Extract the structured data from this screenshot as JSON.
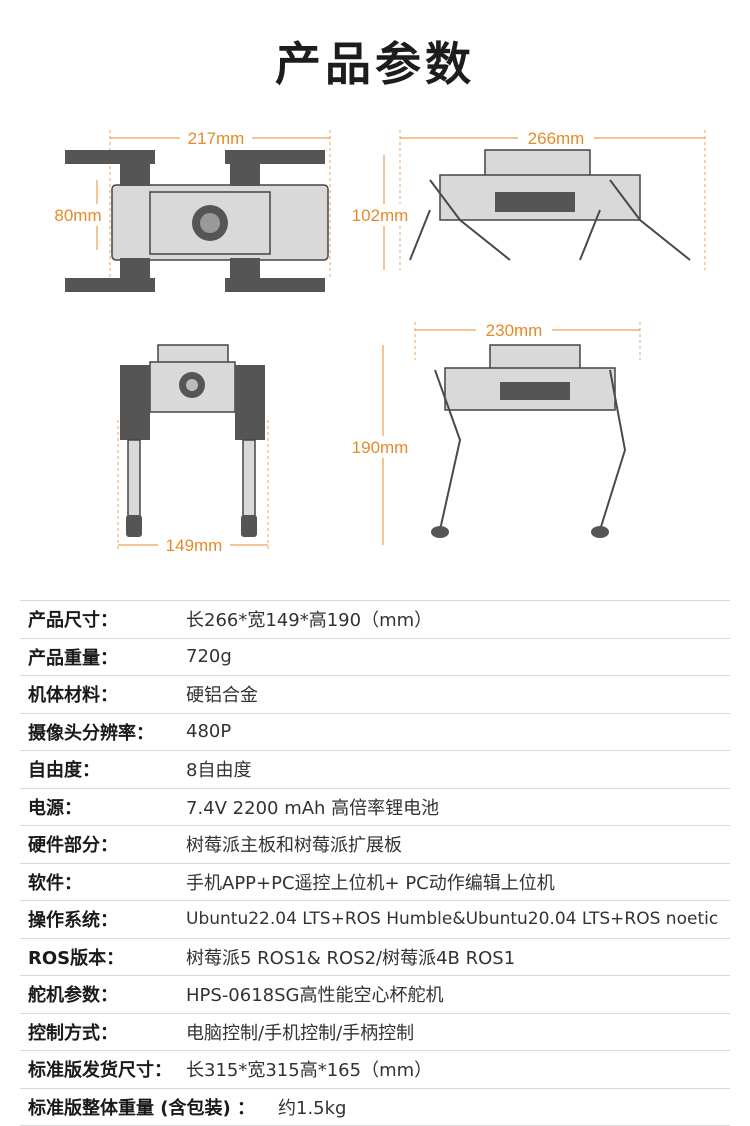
{
  "page_title": "产品参数",
  "dimensions": {
    "top_width": "217mm",
    "top_depth": "80mm",
    "side_length": "266mm",
    "side_height": "102mm",
    "front_width": "149mm",
    "stand_length": "230mm",
    "stand_height": "190mm",
    "accent_color": "#e8892b"
  },
  "specs": [
    {
      "label": "产品尺寸：",
      "value": "长266*宽149*高190（mm）"
    },
    {
      "label": "产品重量：",
      "value": "720g"
    },
    {
      "label": "机体材料：",
      "value": "硬铝合金"
    },
    {
      "label": "摄像头分辨率：",
      "value": "480P"
    },
    {
      "label": "自由度：",
      "value": "8自由度"
    },
    {
      "label": "电源：",
      "value": "7.4V 2200 mAh 高倍率锂电池"
    },
    {
      "label": "硬件部分：",
      "value": "树莓派主板和树莓派扩展板"
    },
    {
      "label": "软件：",
      "value": "手机APP+PC遥控上位机+ PC动作编辑上位机"
    },
    {
      "label": "操作系统：",
      "value": "Ubuntu22.04 LTS+ROS Humble&Ubuntu20.04 LTS+ROS noetic"
    },
    {
      "label": "ROS版本：",
      "value": "树莓派5 ROS1& ROS2/树莓派4B ROS1"
    },
    {
      "label": "舵机参数：",
      "value": "HPS-0618SG高性能空心杯舵机"
    },
    {
      "label": "控制方式：",
      "value": "电脑控制/手机控制/手柄控制"
    },
    {
      "label": "标准版发货尺寸：",
      "value": "长315*宽315高*165（mm）"
    },
    {
      "label": "标准版整体重量 (含包装) ：",
      "value": "约1.5kg"
    }
  ]
}
